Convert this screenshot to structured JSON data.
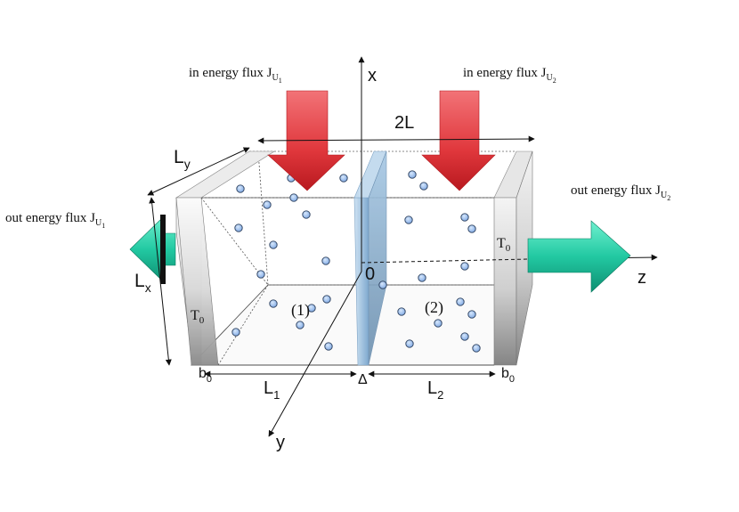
{
  "flux_labels": {
    "in_left": {
      "main": "in energy flux J",
      "sub1": "U",
      "sub2": "1"
    },
    "in_right": {
      "main": "in energy flux J",
      "sub1": "U",
      "sub2": "2"
    },
    "out_left": {
      "main": "out energy flux J",
      "sub1": "U",
      "sub2": "1"
    },
    "out_right": {
      "main": "out energy flux J",
      "sub1": "U",
      "sub2": "2"
    }
  },
  "axes": {
    "x": "x",
    "y": "y",
    "z": "z",
    "origin": "0"
  },
  "dimensions": {
    "two_l": "2L",
    "ly_main": "L",
    "ly_sub": "y",
    "lx_main": "L",
    "lx_sub": "x",
    "l1_main": "L",
    "l1_sub": "1",
    "l2_main": "L",
    "l2_sub": "2",
    "delta": "Δ"
  },
  "boundaries": {
    "t0_main": "T",
    "t0_sub": "0",
    "b0_main": "b",
    "b0_sub": "0"
  },
  "compartments": {
    "left": "(1)",
    "right": "(2)"
  },
  "colors": {
    "in_arrow": "#e8454a",
    "out_arrow": "#2fd9b0",
    "partition": "#a9c9e3",
    "particle": "#8fb8ee",
    "wall": "#d8d8d8"
  },
  "particle_counts": {
    "compartment_1": 16,
    "compartment_2": 15
  }
}
